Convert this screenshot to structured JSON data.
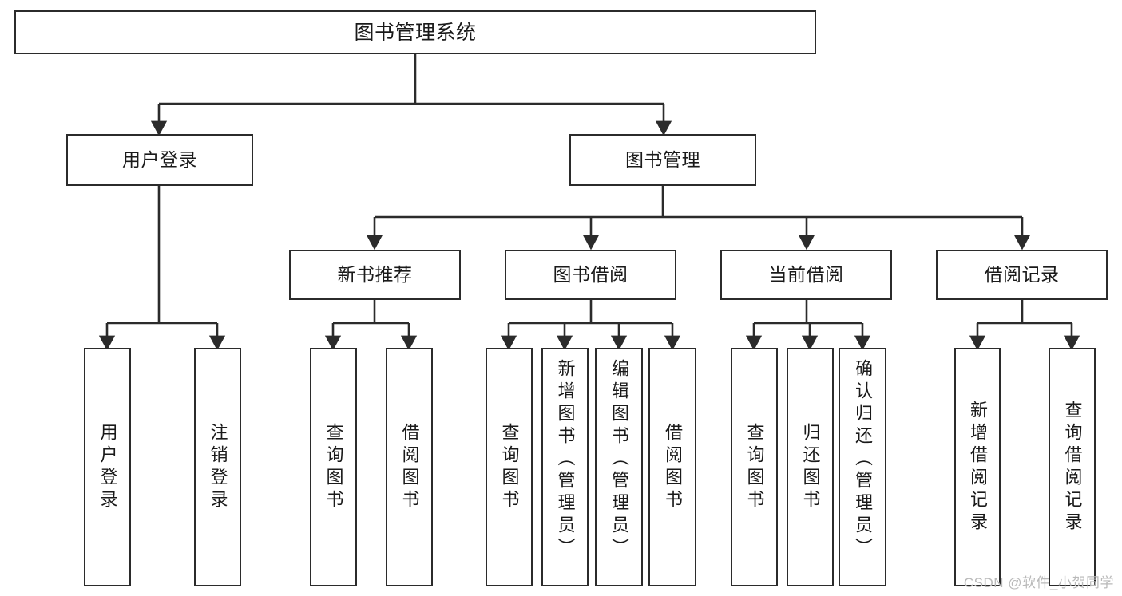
{
  "diagram": {
    "title": "图书管理系统",
    "watermark": "CSDN @软件_小贺同学",
    "stroke_color": "#2b2b2b",
    "background_color": "#ffffff",
    "text_color": "#1a1a1a",
    "watermark_color": "#b9b9b9"
  },
  "nodes": {
    "root": {
      "label": "图书管理系统"
    },
    "level2": [
      {
        "label": "用户登录"
      },
      {
        "label": "图书管理"
      }
    ],
    "level3": [
      {
        "label": "新书推荐"
      },
      {
        "label": "图书借阅"
      },
      {
        "label": "当前借阅"
      },
      {
        "label": "借阅记录"
      }
    ],
    "leaves": {
      "user_login": [
        {
          "label": "用户登录"
        },
        {
          "label": "注销登录"
        }
      ],
      "new_book_recommend": [
        {
          "label": "查询图书"
        },
        {
          "label": "借阅图书"
        }
      ],
      "book_borrow": [
        {
          "label": "查询图书"
        },
        {
          "label": "新增图书（管理员）"
        },
        {
          "label": "编辑图书（管理员）"
        },
        {
          "label": "借阅图书"
        }
      ],
      "current_borrow": [
        {
          "label": "查询图书"
        },
        {
          "label": "归还图书"
        },
        {
          "label": "确认归还（管理员）"
        }
      ],
      "borrow_record": [
        {
          "label": "新增借阅记录"
        },
        {
          "label": "查询借阅记录"
        }
      ]
    }
  }
}
